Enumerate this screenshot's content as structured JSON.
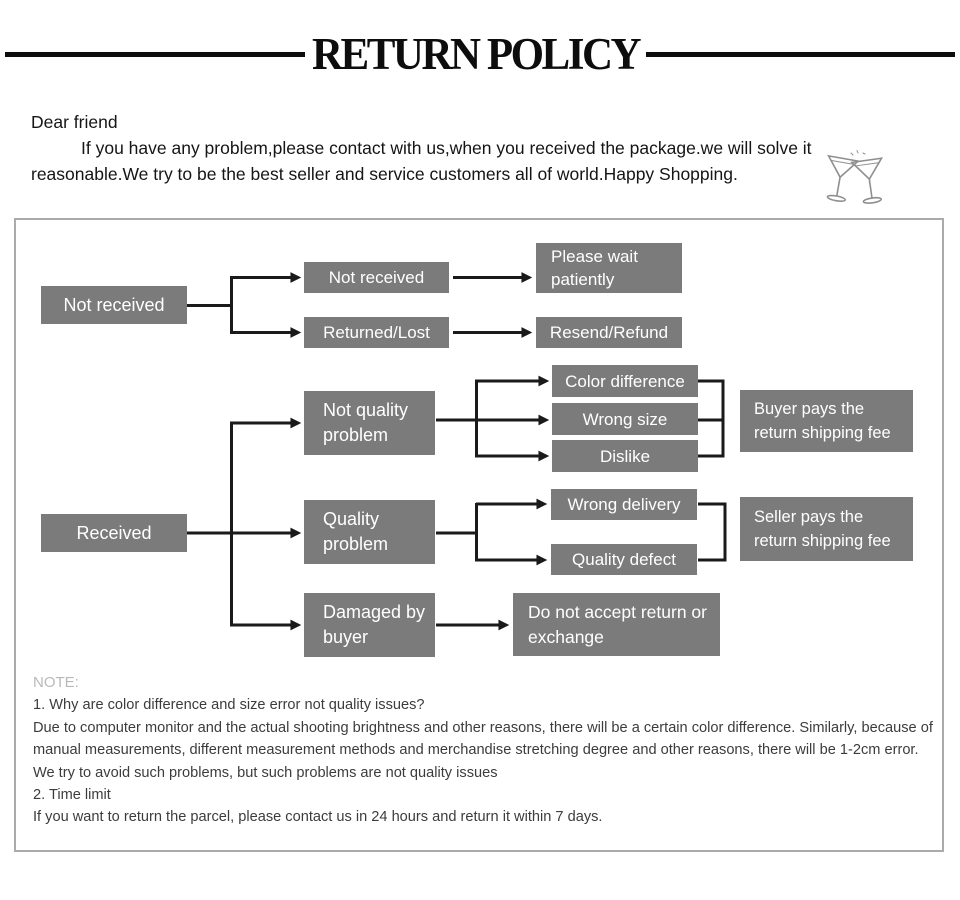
{
  "header": {
    "title": "RETURN POLICY"
  },
  "intro": {
    "greeting": "Dear friend",
    "line1": "If you have any problem,please contact with us,when you received the package.we will solve it",
    "line2": "reasonable.We try to be the best seller and service customers all of world.Happy Shopping."
  },
  "icons": {
    "cheers": "two-clinking-cocktail-glasses"
  },
  "flowchart": {
    "nodes": {
      "not_received_root": "Not received",
      "not_received_sub": "Not received",
      "returned_lost": "Returned/Lost",
      "please_wait": "Please wait patiently",
      "resend_refund": "Resend/Refund",
      "received_root": "Received",
      "not_quality_problem": "Not quality problem",
      "quality_problem": "Quality problem",
      "damaged_by_buyer": "Damaged by buyer",
      "color_difference": "Color difference",
      "wrong_size": "Wrong size",
      "dislike": "Dislike",
      "buyer_pays": "Buyer pays the return shipping fee",
      "wrong_delivery": "Wrong delivery",
      "quality_defect": "Quality defect",
      "seller_pays": "Seller pays the return shipping fee",
      "do_not_accept": "Do not accept return or exchange"
    }
  },
  "note": {
    "label": "NOTE:",
    "lines": [
      "1. Why are color difference and size error not quality issues?",
      "Due to computer monitor and the actual shooting brightness and other reasons, there will be a certain color difference. Similarly, because of",
      "manual measurements, different measurement methods and merchandise stretching degree and other reasons, there will be 1-2cm error.",
      "We try to avoid such problems, but such problems are not quality issues",
      "2. Time limit",
      "If you want to return the parcel, please contact us in 24 hours and return it within 7 days."
    ]
  },
  "colors": {
    "node_bg": "#7b7b7b",
    "node_text": "#ffffff",
    "connector": "#1a1a1a",
    "panel_border": "#ababab",
    "note_label": "#b9b9b9",
    "note_text": "#3c3c3c"
  }
}
